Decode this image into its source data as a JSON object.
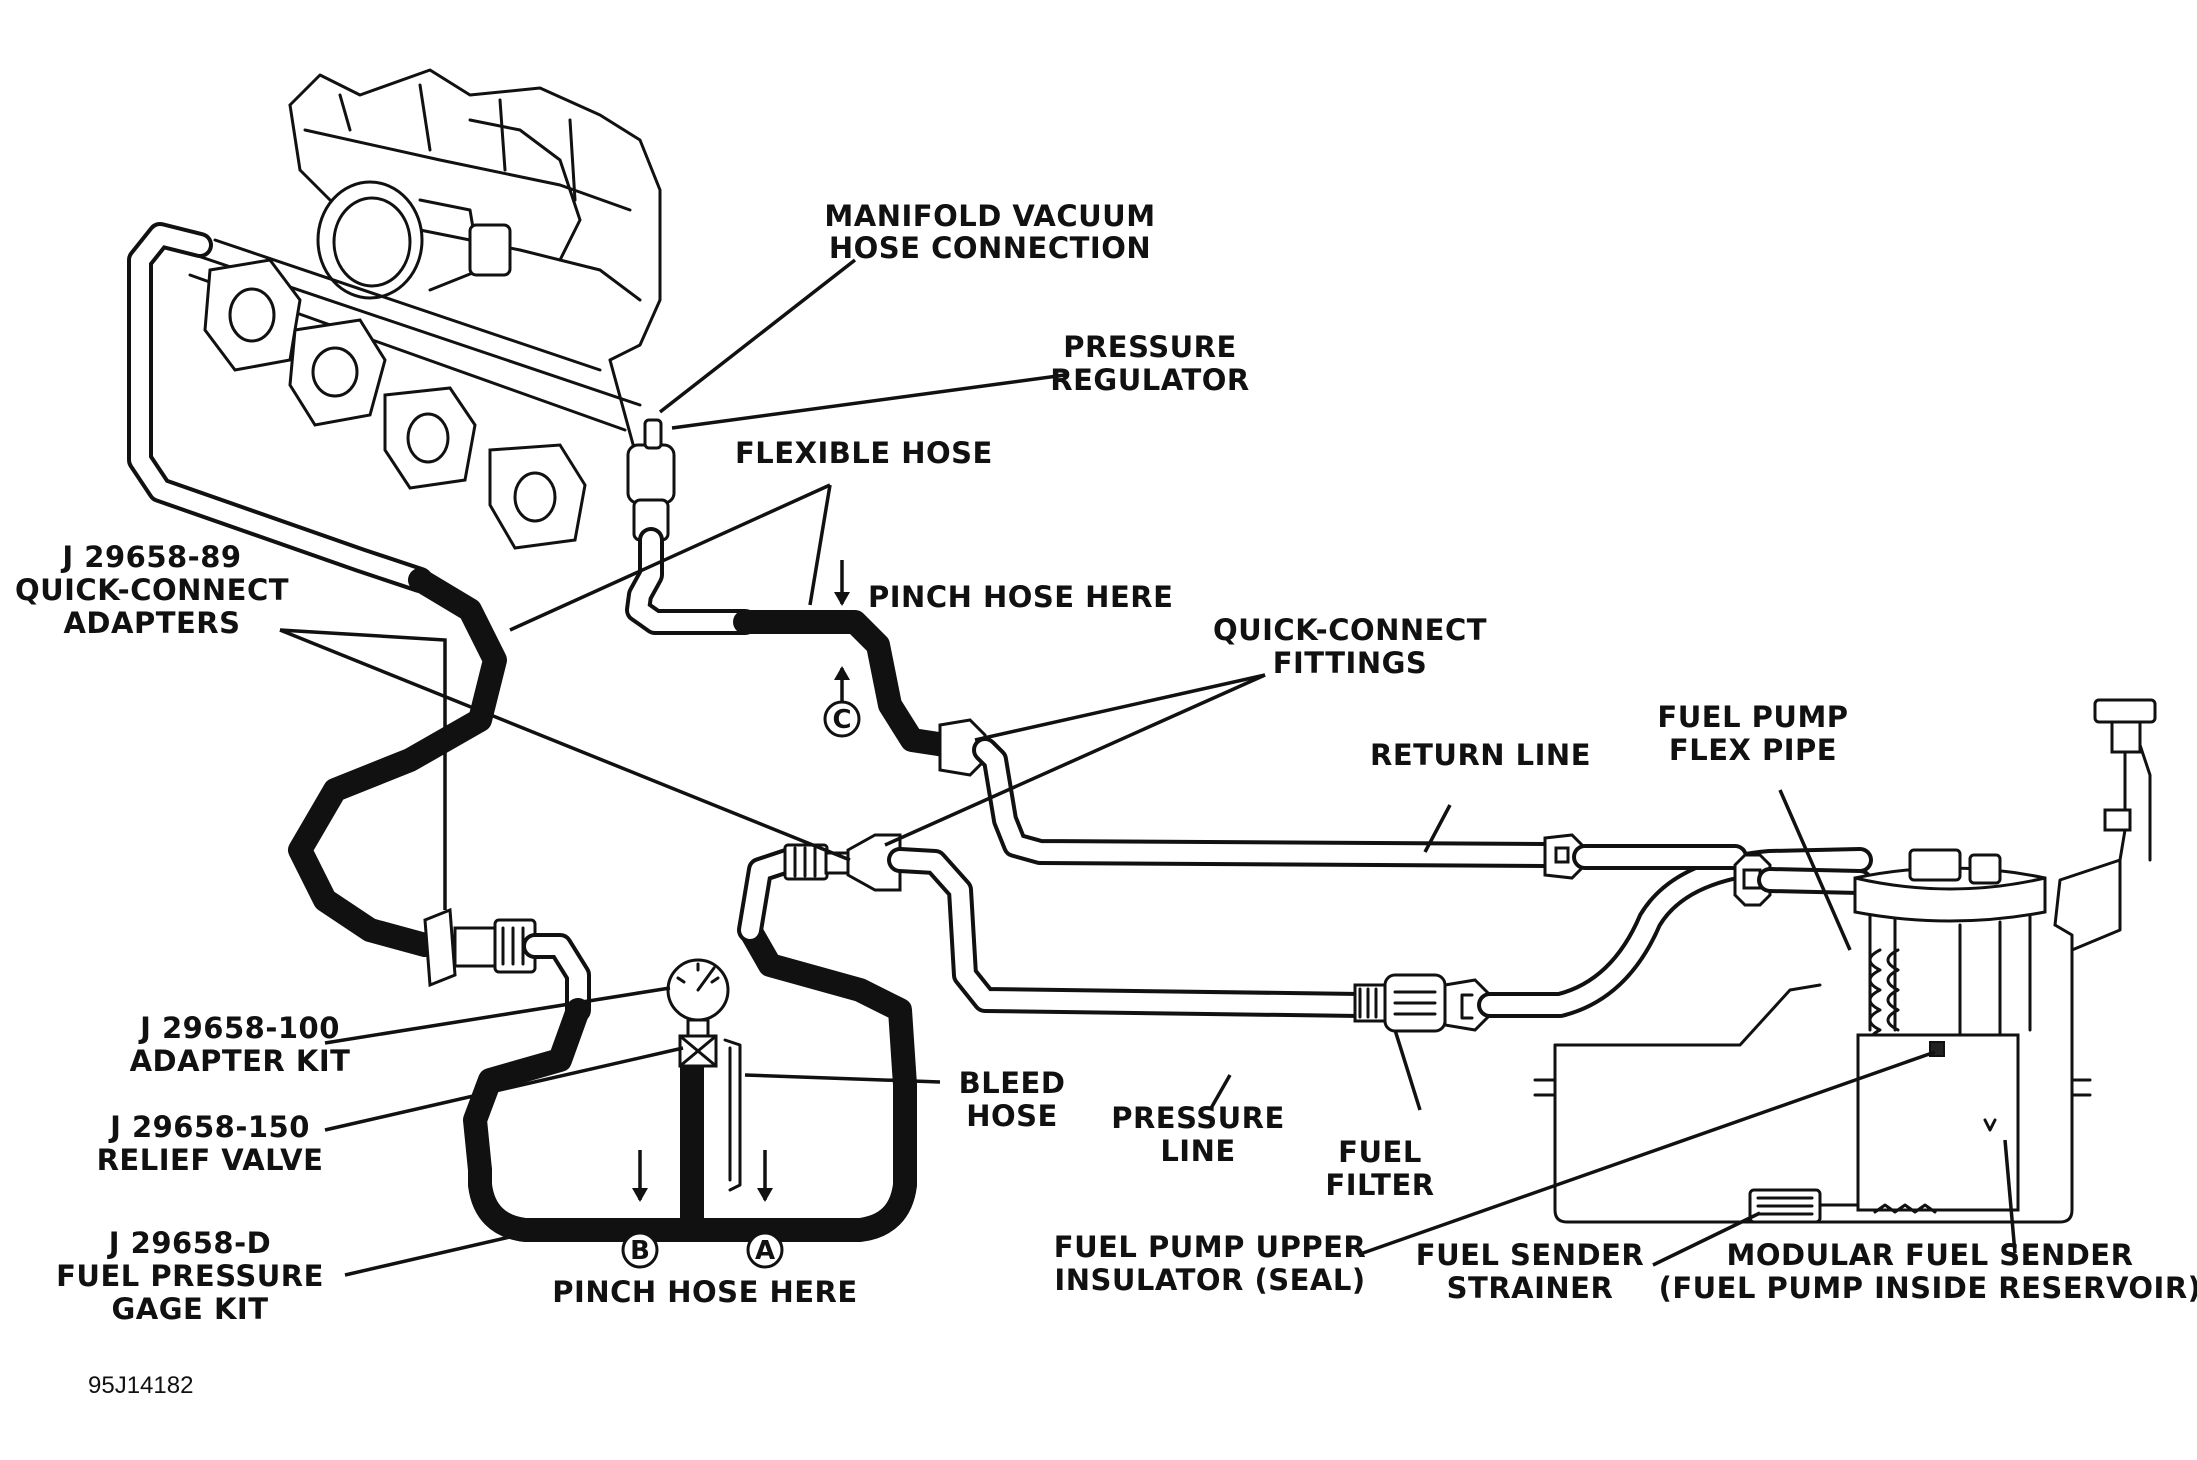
{
  "labels": {
    "manifold_vacuum": [
      "MANIFOLD VACUUM",
      "HOSE CONNECTION"
    ],
    "pressure_regulator": [
      "PRESSURE",
      "REGULATOR"
    ],
    "flexible_hose": "FLEXIBLE HOSE",
    "quick_connect_adapters": [
      "J 29658-89",
      "QUICK-CONNECT",
      "ADAPTERS"
    ],
    "pinch_hose_top": "PINCH HOSE HERE",
    "quick_connect_fittings": [
      "QUICK-CONNECT",
      "FITTINGS"
    ],
    "return_line": "RETURN LINE",
    "fuel_pump_flex_pipe": [
      "FUEL PUMP",
      "FLEX PIPE"
    ],
    "adapter_kit": [
      "J 29658-100",
      "ADAPTER KIT"
    ],
    "relief_valve": [
      "J 29658-150",
      "RELIEF VALVE"
    ],
    "bleed_hose": [
      "BLEED",
      "HOSE"
    ],
    "pressure_line": [
      "PRESSURE",
      "LINE"
    ],
    "fuel_filter": [
      "FUEL",
      "FILTER"
    ],
    "gage_kit": [
      "J 29658-D",
      "FUEL PRESSURE",
      "GAGE KIT"
    ],
    "pinch_hose_bottom": "PINCH HOSE HERE",
    "upper_insulator": [
      "FUEL PUMP UPPER",
      "INSULATOR (SEAL)"
    ],
    "sender_strainer": [
      "FUEL SENDER",
      "STRAINER"
    ],
    "modular_sender": [
      "MODULAR FUEL SENDER",
      "(FUEL PUMP INSIDE RESERVOIR)"
    ]
  },
  "pinch_points": [
    "A",
    "B",
    "C"
  ],
  "figure_code": "95J14182"
}
